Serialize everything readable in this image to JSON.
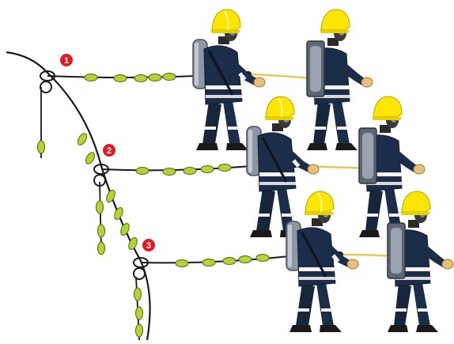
{
  "diagram": {
    "markers": [
      {
        "label": "1"
      },
      {
        "label": "2"
      },
      {
        "label": "3"
      }
    ],
    "colors": {
      "rope": "#1a1a1a",
      "marker_bg": "#e01b24",
      "marker_text": "#ffffff",
      "beads": "#b5d334",
      "bead_outline": "#4f6a12",
      "helmet": "#ffe600",
      "suit": "#1c2d4a",
      "reflective": "#f2f2f2",
      "gloves": "#e8c07a",
      "boots": "#1a1a1a",
      "line_yellow": "#e6c85a"
    },
    "icons": [
      "firefighter-figure",
      "breathing-apparatus",
      "carabiner-icon",
      "guide-line",
      "branch-line"
    ]
  }
}
